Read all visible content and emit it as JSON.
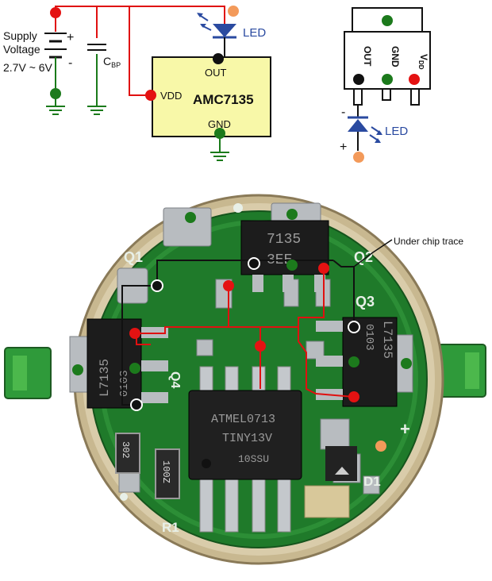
{
  "schematic": {
    "supply_label_line1": "Supply",
    "supply_label_line2": "Voltage",
    "supply_range": "2.7V ~ 6V",
    "battery_plus": "+",
    "battery_minus": "-",
    "cap_label_main": "C",
    "cap_label_sub": "BP",
    "led_label": "LED",
    "chip_name": "AMC7135",
    "pin_out": "OUT",
    "pin_vdd": "VDD",
    "pin_gnd": "GND"
  },
  "package": {
    "pin_out": "OUT",
    "pin_gnd": "GND",
    "pin_vdd_main": "V",
    "pin_vdd_sub": "DD",
    "led_minus": "-",
    "led_plus": "+",
    "led_label": "LED"
  },
  "board": {
    "under_chip_trace": "Under chip trace",
    "chip_top_marking": "7135",
    "chip_top_marking2": "3EE",
    "chip_left_marking": "L7135",
    "chip_left_marking2": "0103",
    "chip_right_marking": "L7135",
    "chip_right_marking2": "0103",
    "mcu_marking1": "ATMEL0713",
    "mcu_marking2": "TINY13V",
    "mcu_marking3": "10SSU",
    "resistor1": "302",
    "resistor2": "100Z",
    "ref_q1": "Q1",
    "ref_q2": "Q2",
    "ref_q3": "Q3",
    "ref_q4": "Q4",
    "ref_d1": "D1",
    "ref_r1": "R1",
    "plus_mark": "+"
  },
  "colors": {
    "wire_red": "#e01010",
    "wire_black": "#111111",
    "wire_green": "#1a7a1a",
    "chip_yellow": "#f8f8a8",
    "led_blue": "#2a4aa0",
    "pcb_green": "#1f7a2a",
    "dot_red": "#e41212",
    "dot_green": "#1c7a1c",
    "dot_orange": "#f39a5a"
  }
}
